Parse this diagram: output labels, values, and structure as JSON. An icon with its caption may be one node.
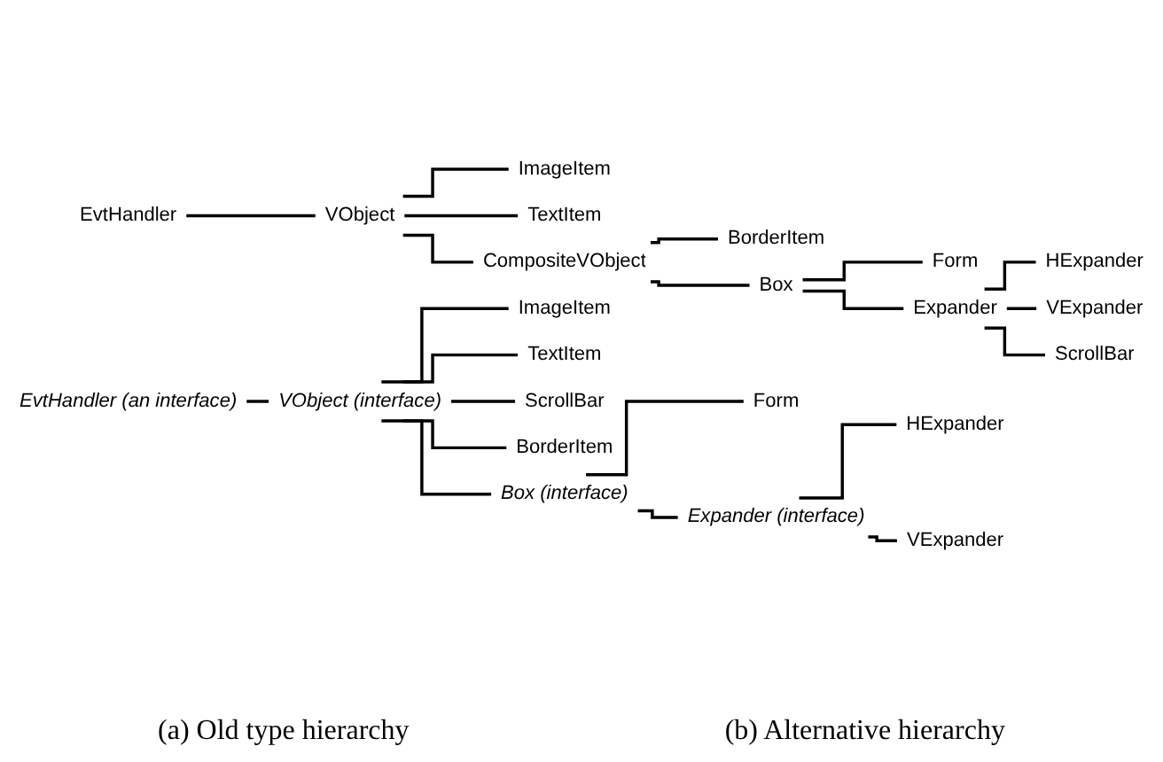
{
  "diagram": {
    "nodes": [
      {
        "text": [
          "EvtHandler"
        ]
      },
      {
        "text": [
          "VObject"
        ]
      },
      {
        "text": [
          "ImageItem"
        ]
      },
      {
        "text": [
          "TextItem"
        ]
      },
      {
        "text": [
          "CompositeVObject"
        ]
      },
      {
        "text": [
          "BorderItem"
        ]
      },
      {
        "text": [
          "Box"
        ]
      },
      {
        "text": [
          "Form"
        ]
      },
      {
        "text": [
          "Expander"
        ]
      },
      {
        "text": [
          "HExpander"
        ]
      },
      {
        "text": [
          "VExpander"
        ]
      },
      {
        "text": [
          "ScrollBar"
        ]
      },
      {
        "text": [
          "EvtHandler (an interface)"
        ]
      },
      {
        "text": [
          "VObject (interface)"
        ]
      },
      {
        "text": [
          "ImageItem"
        ]
      },
      {
        "text": [
          "TextItem"
        ]
      },
      {
        "text": [
          "ScrollBar"
        ]
      },
      {
        "text": [
          "BorderItem"
        ]
      },
      {
        "text": [
          "Box (interface)"
        ]
      },
      {
        "text": [
          "Form"
        ]
      },
      {
        "text": [
          "Expander (interface)"
        ]
      },
      {
        "text": [
          "HExpander"
        ]
      },
      {
        "text": [
          "VExpander"
        ]
      }
    ],
    "edges": [
      {
        "from": 0,
        "to": 1,
        "arrow": "none"
      },
      {
        "from": 1,
        "to": 2,
        "arrow": "none"
      },
      {
        "from": 1,
        "to": 3,
        "arrow": "none"
      },
      {
        "from": 1,
        "to": 4,
        "arrow": "none"
      },
      {
        "from": 4,
        "to": 5,
        "arrow": "none"
      },
      {
        "from": 4,
        "to": 6,
        "arrow": "none"
      },
      {
        "from": 6,
        "to": 7,
        "arrow": "none"
      },
      {
        "from": 6,
        "to": 8,
        "arrow": "none"
      },
      {
        "from": 8,
        "to": 9,
        "arrow": "none"
      },
      {
        "from": 8,
        "to": 10,
        "arrow": "none"
      },
      {
        "from": 8,
        "to": 11,
        "arrow": "none"
      },
      {
        "from": 12,
        "to": 13,
        "arrow": "none"
      },
      {
        "from": 13,
        "to": 14,
        "arrow": "none"
      },
      {
        "from": 13,
        "to": 15,
        "arrow": "none"
      },
      {
        "from": 13,
        "to": 16,
        "arrow": "none"
      },
      {
        "from": 13,
        "to": 17,
        "arrow": "none"
      },
      {
        "from": 13,
        "to": 18,
        "arrow": "none"
      },
      {
        "from": 18,
        "to": 19,
        "arrow": "none"
      },
      {
        "from": 18,
        "to": 20,
        "arrow": "none"
      },
      {
        "from": 20,
        "to": 21,
        "arrow": "none"
      },
      {
        "from": 20,
        "to": 22,
        "arrow": "none"
      }
    ],
    "labels": [
      "(a) Old type hierarchy",
      "(b) Alternative hierarchy"
    ]
  }
}
